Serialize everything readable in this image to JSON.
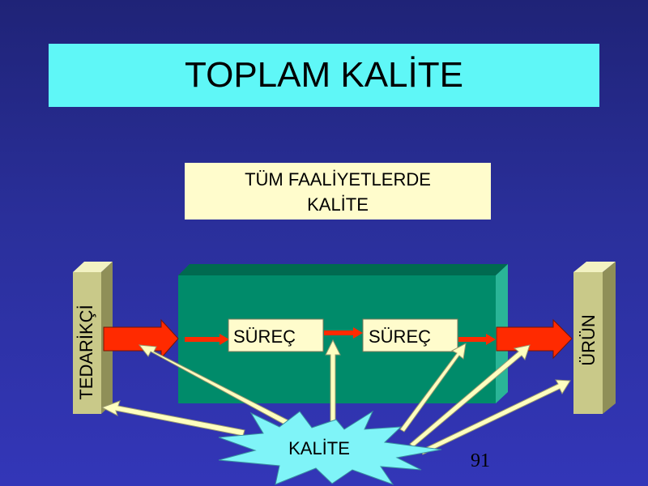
{
  "title": "TOPLAM KALİTE",
  "subtitle": {
    "line1": "TÜM FAALİYETLERDE",
    "line2": "KALİTE"
  },
  "supplier_label": "TEDARİKÇİ",
  "product_label": "ÜRÜN",
  "process_boxes": [
    "SÜREÇ",
    "SÜREÇ"
  ],
  "quality_burst_label": "KALİTE",
  "page_number": "91",
  "colors": {
    "background": "#2a2f9a",
    "title_box": "#5ff7f7",
    "subtitle_box": "#fffccc",
    "process_block": "#008b6a",
    "column": "#c9c989",
    "flow_arrow": "#ff2a00",
    "quality_arrow": "#ffffc0",
    "burst": "#7ff4f8"
  }
}
